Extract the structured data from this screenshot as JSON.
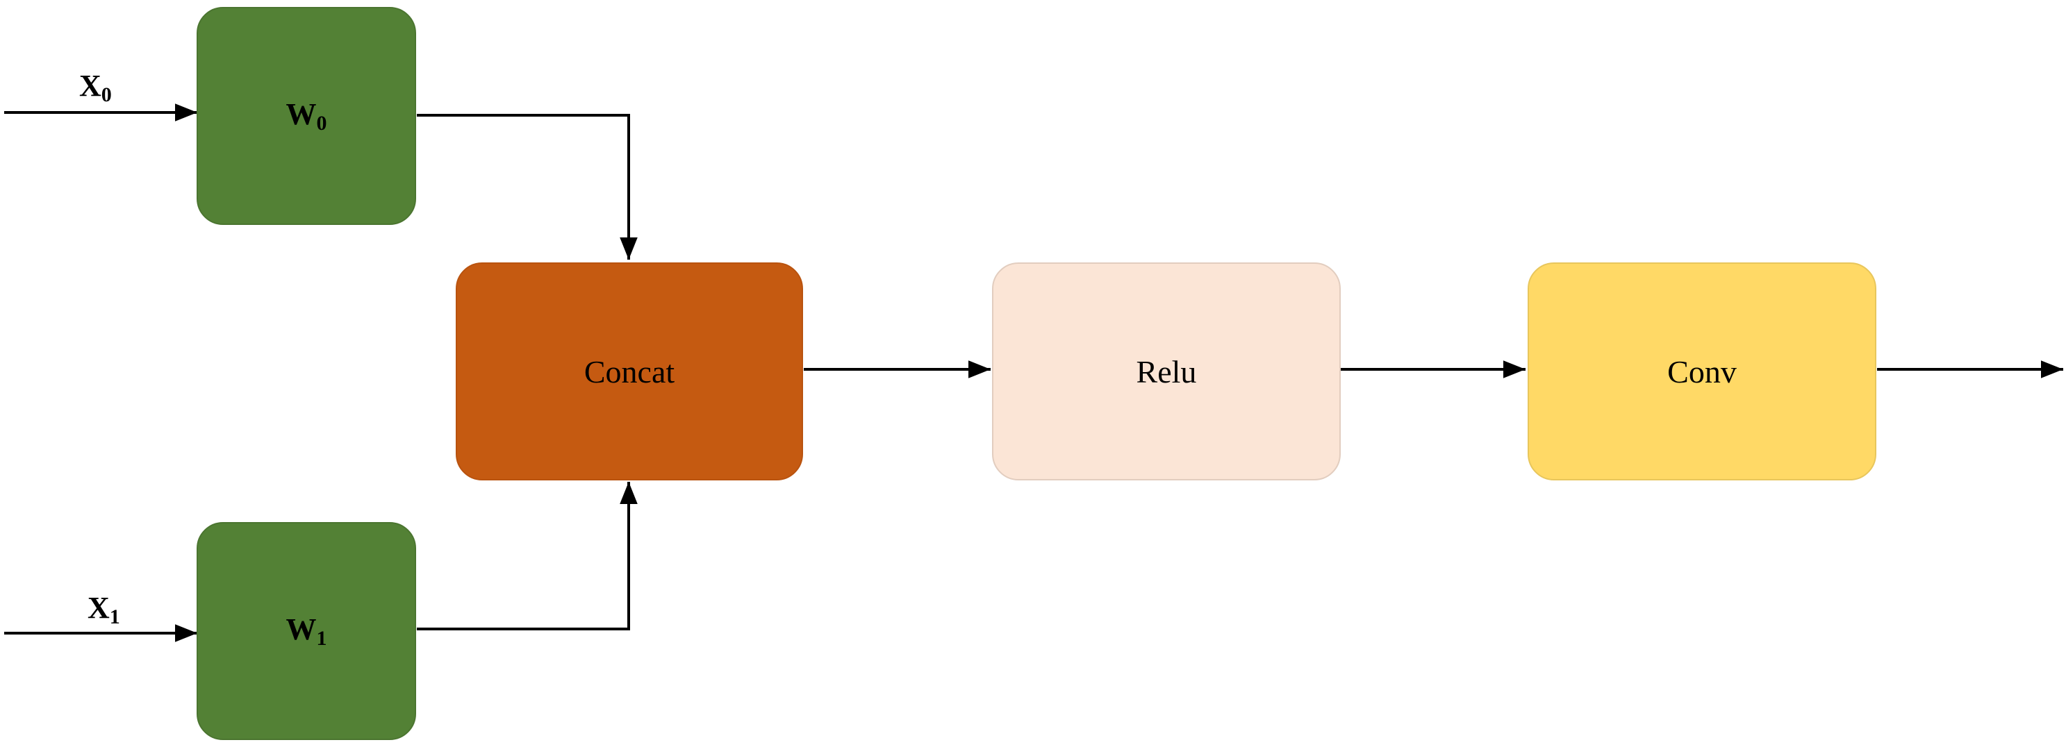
{
  "nodes": {
    "w0": {
      "main": "W",
      "sub": "0",
      "color": "#538135"
    },
    "w1": {
      "main": "W",
      "sub": "1",
      "color": "#538135"
    },
    "concat": {
      "label": "Concat",
      "color": "#c55a11"
    },
    "relu": {
      "label": "Relu",
      "color": "#fbe5d6"
    },
    "conv": {
      "label": "Conv",
      "color": "#ffd966"
    }
  },
  "inputs": {
    "x0": {
      "main": "X",
      "sub": "0"
    },
    "x1": {
      "main": "X",
      "sub": "1"
    }
  },
  "edge_color": "#000000"
}
